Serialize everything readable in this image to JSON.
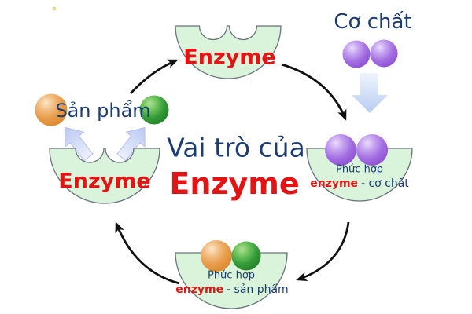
{
  "title": {
    "line1": "Vai trò của",
    "line2": "Enzyme"
  },
  "labels": {
    "enzyme_top": "Enzyme",
    "enzyme_left": "Enzyme",
    "substrate": "Cơ chất",
    "product": "Sản phẩm"
  },
  "complex_substrate": {
    "line1": "Phức hợp",
    "enzyme_word": "enzyme",
    "suffix": "- cơ chất"
  },
  "complex_product": {
    "line1": "Phức hợp",
    "enzyme_word": "enzyme",
    "suffix": "- sản phẩm"
  },
  "icons": {
    "substrate_molecules": "two-purple-spheres",
    "product_molecules": "orange-and-green-spheres",
    "binding_arrow": "soft-blue-down-arrow",
    "release_arrows": "diverging-light-blue-up-arrows",
    "cycle_arrows": "curved-black-arrows-clockwise"
  },
  "colors": {
    "navy_text": "#1d3d72",
    "red_text": "#e41414",
    "enzyme_fill": "#d9f4da",
    "enzyme_outline": "#6b7280",
    "substrate_purple": "#9f63da",
    "product_orange": "#e3943f",
    "product_green": "#2f9734",
    "soft_blue_arrow": "#c3d4f4",
    "cycle_arrow": "#111111",
    "background": "#ffffff"
  }
}
